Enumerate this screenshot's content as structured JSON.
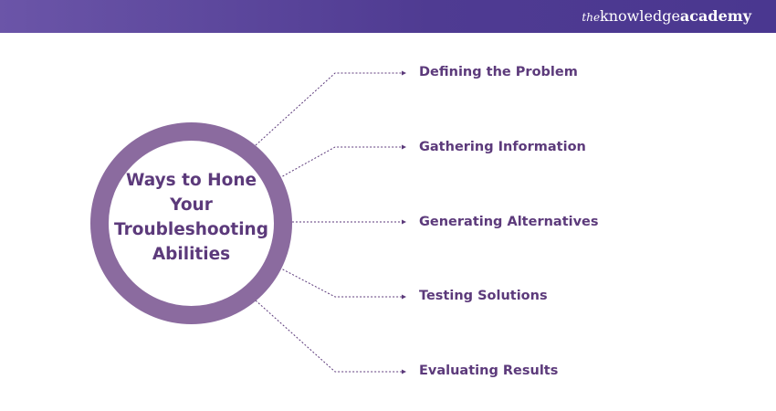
{
  "brand": {
    "prefix": "the",
    "word1": "knowledge",
    "word2": "academy"
  },
  "center": {
    "title": "Ways to Hone Your Troubleshooting Abilities"
  },
  "items": [
    {
      "label": "Defining the Problem"
    },
    {
      "label": "Gathering Information"
    },
    {
      "label": "Generating Alternatives"
    },
    {
      "label": "Testing Solutions"
    },
    {
      "label": "Evaluating Results"
    }
  ],
  "colors": {
    "header": "#523d94",
    "ring": "#8b6b9f",
    "text": "#5c3a7b",
    "line": "#5c3a7b"
  }
}
